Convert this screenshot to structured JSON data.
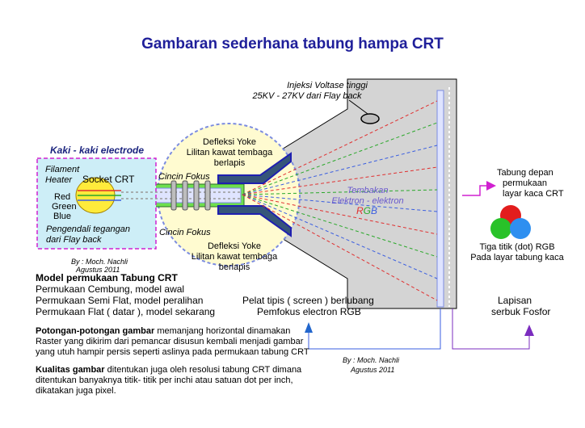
{
  "title": "Gambaran sederhana tabung hampa CRT",
  "labels": {
    "injection_line1": "Injeksi Voltase tinggi",
    "injection_line2": "25KV -  27KV dari Flay back",
    "electrode_title": "Kaki - kaki electrode",
    "filament": "Filament",
    "heater": "Heater",
    "socket": "Socket CRT",
    "red": "Red",
    "green": "Green",
    "blue": "Blue",
    "pengendali1": "Pengendali tegangan",
    "pengendali2": "dari Flay back",
    "yoke_top_1": "Defleksi Yoke",
    "yoke_top_2": "Lilitan kawat tembaga",
    "yoke_top_3": "berlapis",
    "cincin_top": "Cincin Fokus",
    "cincin_bottom": "Cincin Fokus",
    "yoke_bot_1": "Defleksi Yoke",
    "yoke_bot_2": "Lilitan kawat tembaga",
    "yoke_bot_3": "berlapis",
    "tembakan_1": "Tembakan",
    "tembakan_2": "Elektron - elektron",
    "rgb_r": "R",
    "rgb_g": "G",
    "rgb_b": "B",
    "tabung_1": "Tabung depan",
    "tabung_2": "permukaan",
    "tabung_3": "layar kaca CRT",
    "dot_1": "Tiga titik (dot) RGB",
    "dot_2": "Pada layar tabung kaca",
    "author_left_1": "By :  Moch. Nachli",
    "author_left_2": "Agustus 2011",
    "model_title": "Model permukaan Tabung CRT",
    "model_1": "Permukaan Cembung, model awal",
    "model_2": "Permukaan Semi Flat, model peralihan",
    "model_3": "Permukaan Flat ( datar ), model sekarang",
    "pelat_1": "Pelat tipis  ( screen ) berlubang",
    "pelat_2": "Pemfokus  electron RGB",
    "lapisan_1": "Lapisan",
    "lapisan_2": "serbuk Fosfor",
    "pot_bold": "Potongan-potongan gambar",
    "pot_rest": " memanjang horizontal dinamakan",
    "pot_2": "Raster yang dikirim dari pemancar disusun kembali menjadi gambar",
    "pot_3": "yang utuh hampir persis  seperti aslinya pada permukaan tabung CRT",
    "author_mid_1": "By :  Moch. Nachli",
    "author_mid_2": "Agustus 2011",
    "kual_bold": "Kualitas gambar",
    "kual_rest": " ditentukan juga oleh resolusi tabung CRT dimana",
    "kual_2": "ditentukan banyaknya titik- titik per inchi atau satuan dot per inch,",
    "kual_3": "dikatakan juga pixel."
  },
  "colors": {
    "title": "#1f1f9a",
    "glass": "#d4d4d4",
    "neck": "#6fe04d",
    "bulb": "#fffbd0",
    "yoke": "#36557a",
    "yoke_stroke": "#1f1fb0",
    "dashed_border": "#d020d0",
    "electrode_box": "#cdeef7",
    "arrow_blue": "#2266cc",
    "arrow_purple": "#7b2cbf",
    "arrow_magenta": "#d020d0",
    "screen_edge": "#7b8ce0",
    "beam_red": "#e03030",
    "beam_green": "#2aa82a",
    "beam_blue": "#3a5ee0"
  },
  "icons": [
    "electron-gun-socket-icon",
    "focus-ring-icon",
    "rgb-dot-icon",
    "anode-cap-icon"
  ]
}
